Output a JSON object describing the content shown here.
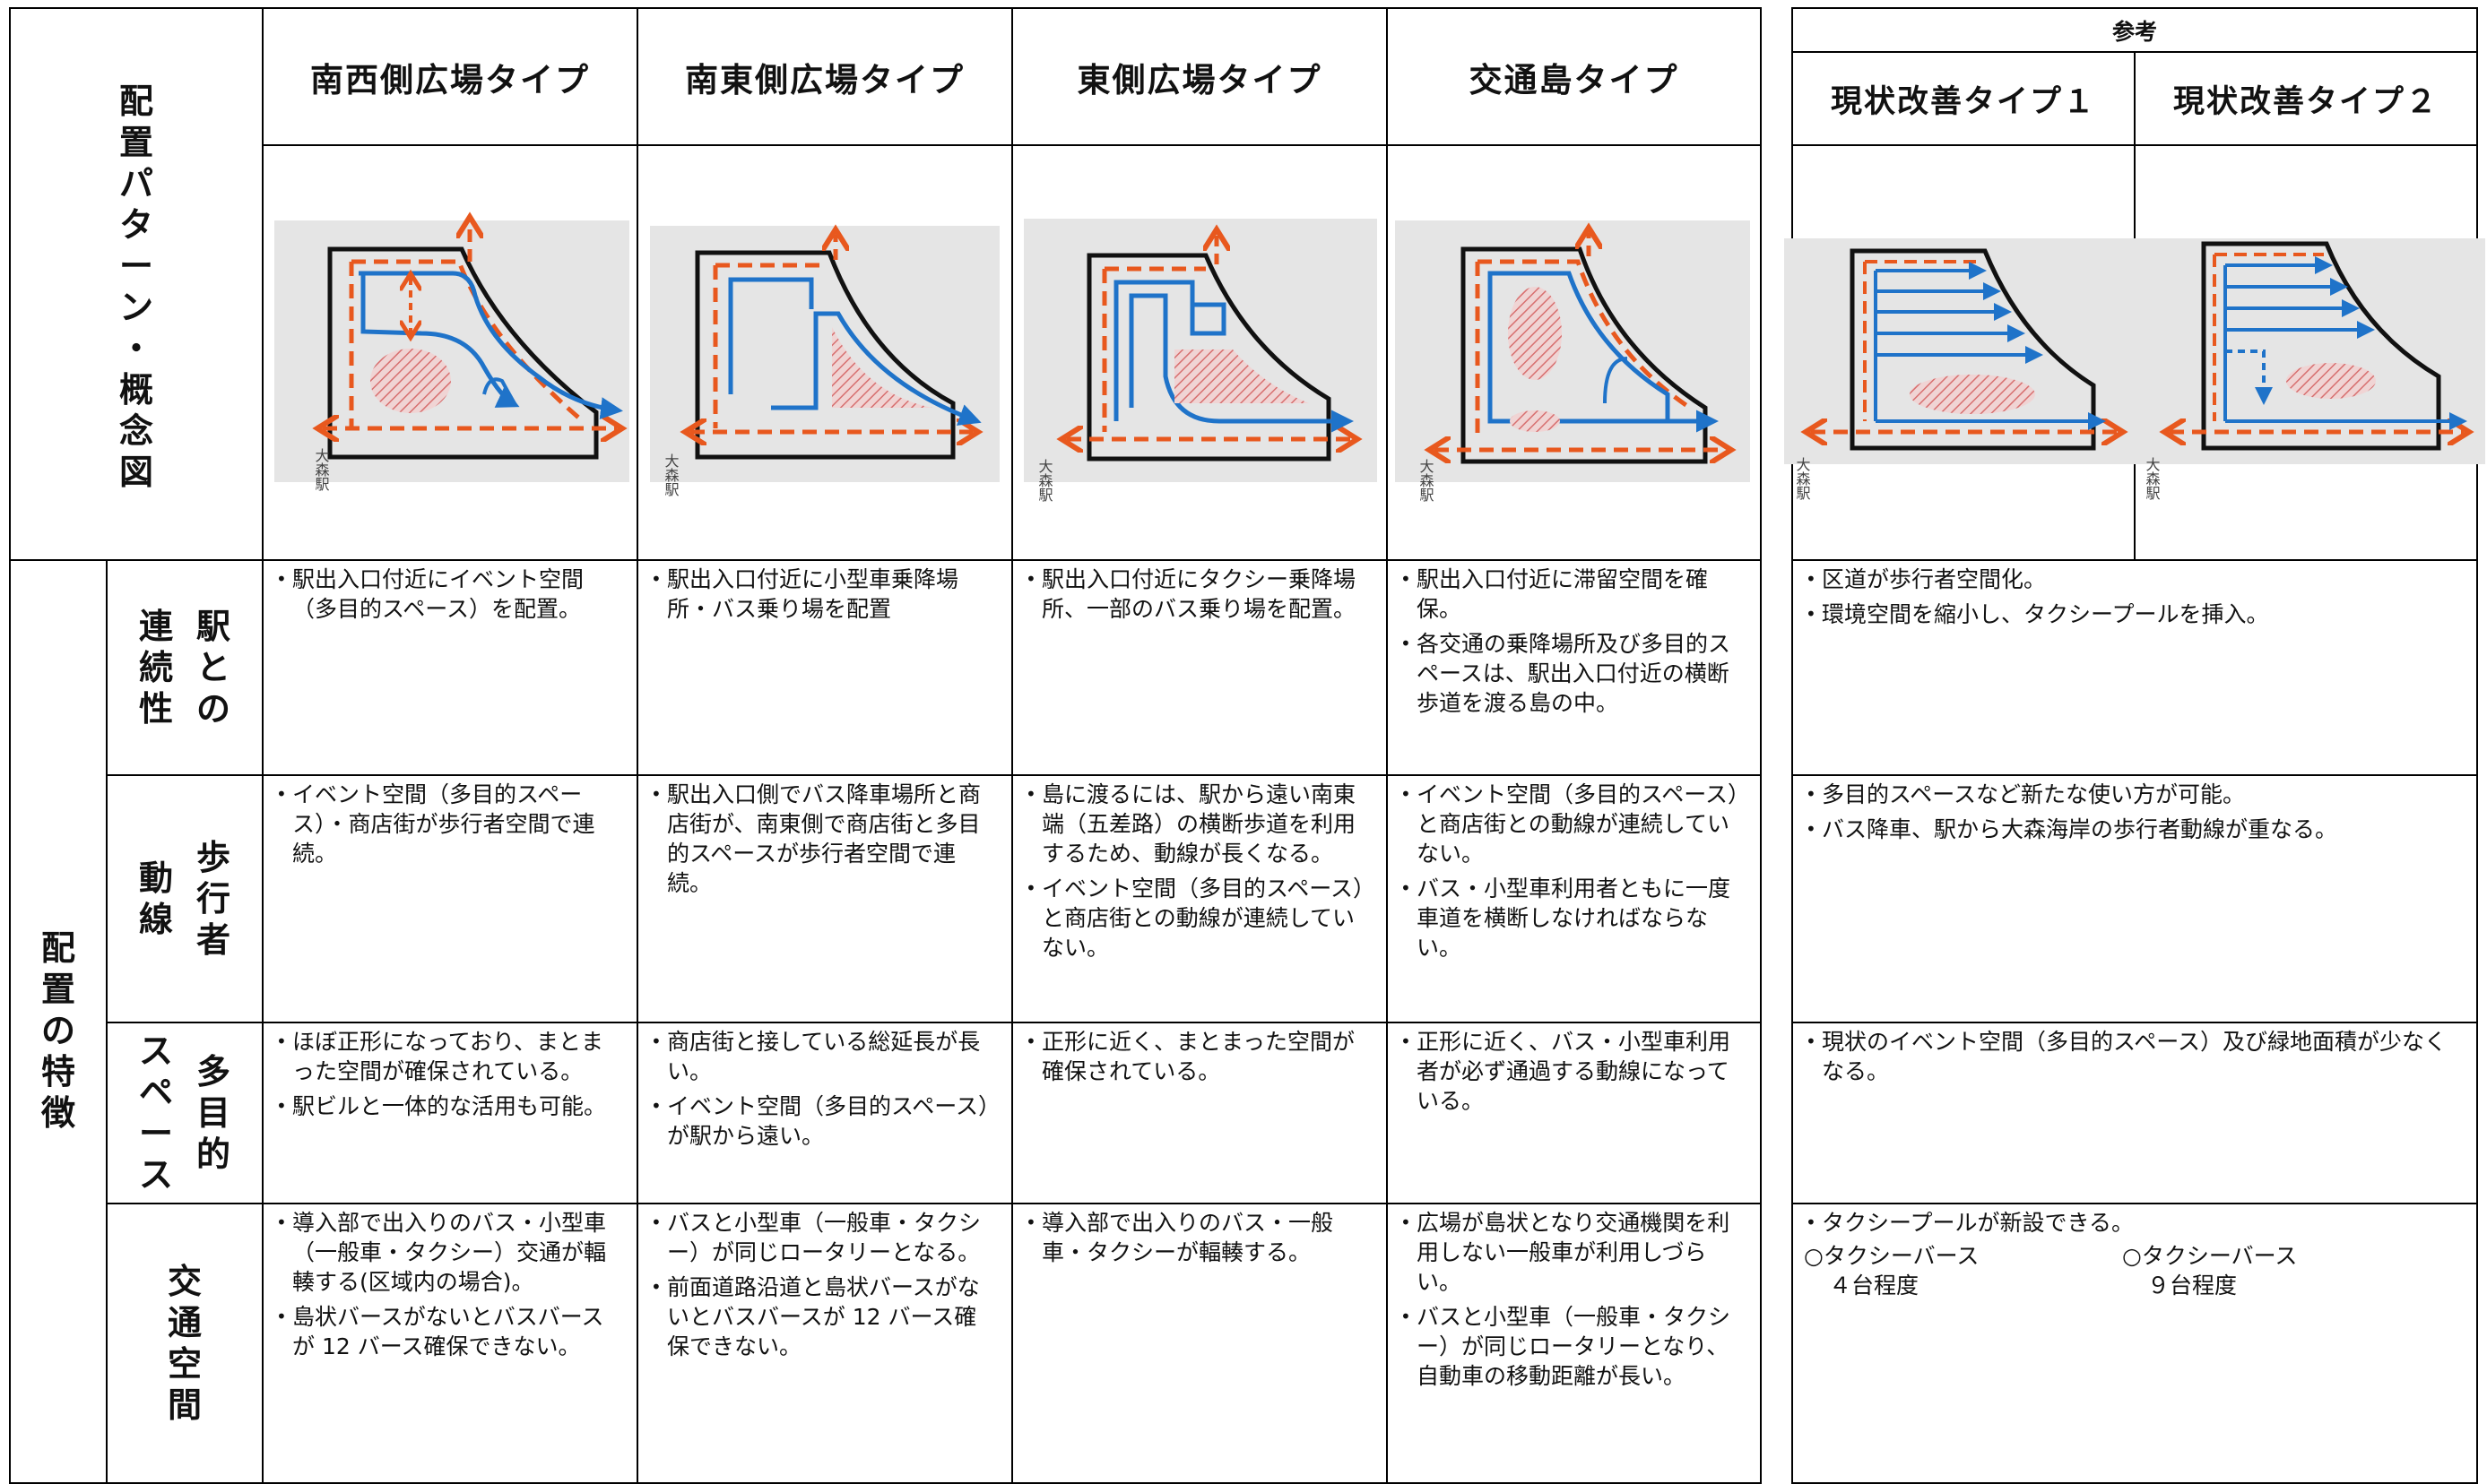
{
  "headers": {
    "row_label_pattern": [
      "配",
      "置",
      "パ",
      "タ",
      "ー",
      "ン",
      "・",
      "概",
      "念",
      "図"
    ],
    "row_label_features": [
      "配",
      "置",
      "の",
      "特",
      "徴"
    ],
    "cols": [
      "南西側広場タイプ",
      "南東側広場タイプ",
      "東側広場タイプ",
      "交通島タイプ"
    ],
    "reference_label": "参考",
    "reference_cols": [
      "現状改善タイプ１",
      "現状改善タイプ２"
    ]
  },
  "diagram_station_label": "大森駅",
  "colors": {
    "route_blue": "#1f73c9",
    "route_orange": "#e8581e",
    "hatch_red": "#d76f6f",
    "diagram_bg": "#e5e5e5"
  },
  "rows": [
    {
      "label_cols": [
        [
          "駅",
          "と",
          "の"
        ],
        [
          "連",
          "続",
          "性"
        ]
      ],
      "cells": [
        [
          "駅出入口付近にイベント空間（多目的スペース）を配置。"
        ],
        [
          "駅出入口付近に小型車乗降場所・バス乗り場を配置"
        ],
        [
          "駅出入口付近にタクシー乗降場所、一部のバス乗り場を配置。"
        ],
        [
          "駅出入口付近に滞留空間を確保。",
          "各交通の乗降場所及び多目的スペースは、駅出入口付近の横断歩道を渡る島の中。"
        ]
      ],
      "reference": [
        "区道が歩行者空間化。",
        "環境空間を縮小し、タクシープールを挿入。"
      ]
    },
    {
      "label_cols": [
        [
          "歩",
          "行",
          "者"
        ],
        [
          "動",
          "線"
        ]
      ],
      "cells": [
        [
          "イベント空間（多目的スペース）・商店街が歩行者空間で連続。"
        ],
        [
          "駅出入口側でバス降車場所と商店街が、南東側で商店街と多目的スペースが歩行者空間で連続。"
        ],
        [
          "島に渡るには、駅から遠い南東端（五差路）の横断歩道を利用するため、動線が長くなる。",
          "イベント空間（多目的スペース）と商店街との動線が連続していない。"
        ],
        [
          "イベント空間（多目的スペース）と商店街との動線が連続していない。",
          "バス・小型車利用者ともに一度車道を横断しなければならない。"
        ]
      ],
      "reference": [
        "多目的スペースなど新たな使い方が可能。",
        "バス降車、駅から大森海岸の歩行者動線が重なる。"
      ]
    },
    {
      "label_cols": [
        [
          "多",
          "目",
          "的"
        ],
        [
          "ス",
          "ペ",
          "ー",
          "ス"
        ]
      ],
      "cells": [
        [
          "ほぼ正形になっており、まとまった空間が確保されている。",
          "駅ビルと一体的な活用も可能。"
        ],
        [
          "商店街と接している総延長が長い。",
          "イベント空間（多目的スペース）が駅から遠い。"
        ],
        [
          "正形に近く、まとまった空間が確保されている。"
        ],
        [
          "正形に近く、バス・小型車利用者が必ず通過する動線になっている。"
        ]
      ],
      "reference": [
        "現状のイベント空間（多目的スペース）及び緑地面積が少なくなる。"
      ]
    },
    {
      "label_cols": [
        [
          "交",
          "通",
          "空",
          "間"
        ]
      ],
      "cells": [
        [
          "導入部で出入りのバス・小型車（一般車・タクシー）交通が輻輳する(区域内の場合)。",
          "島状バースがないとバスバースが 12 バース確保できない。"
        ],
        [
          "バスと小型車（一般車・タクシー）が同じロータリーとなる。",
          "前面道路沿道と島状バースがないとバスバースが 12 バース確保できない。"
        ],
        [
          "導入部で出入りのバス・一般車・タクシーが輻輳する。"
        ],
        [
          "広場が島状となり交通機関を利用しない一般車が利用しづらい。",
          "バスと小型車（一般車・タクシー）が同じロータリーとなり、自動車の移動距離が長い。"
        ]
      ],
      "reference": [
        "タクシープールが新設できる。"
      ],
      "reference_extra": {
        "left_title": "○タクシーバース",
        "left_value": "４台程度",
        "right_title": "○タクシーバース",
        "right_value": "９台程度"
      }
    }
  ]
}
